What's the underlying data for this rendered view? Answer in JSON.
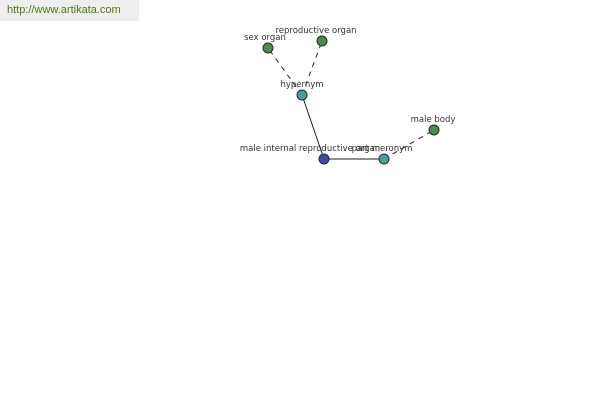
{
  "banner": {
    "url": "http://www.artikata.com"
  },
  "graph": {
    "colors": {
      "center": "#3f4aa8",
      "relation": "#4e9b9b",
      "term": "#4b8d4b",
      "edge": "#222222"
    },
    "nodes": {
      "center": {
        "label": "male internal reproductive organ",
        "kind": "center"
      },
      "hypernym": {
        "label": "hypernym",
        "kind": "relation"
      },
      "partmeronym": {
        "label": "part meronym",
        "kind": "relation"
      },
      "sexorgan": {
        "label": "sex organ",
        "kind": "term"
      },
      "reproductiveorgan": {
        "label": "reproductive organ",
        "kind": "term"
      },
      "malebody": {
        "label": "male body",
        "kind": "term"
      }
    }
  }
}
